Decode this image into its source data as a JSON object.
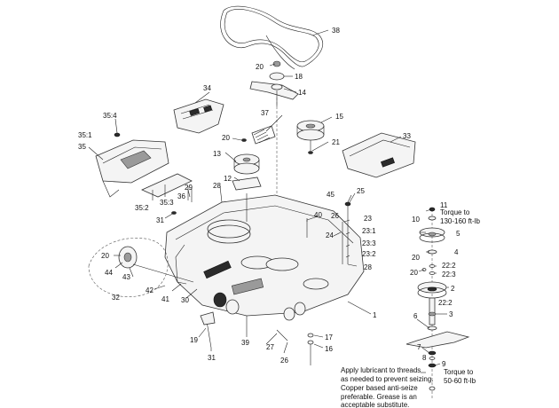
{
  "callouts": {
    "c1": "1",
    "c2": "2",
    "c3": "3",
    "c4": "4",
    "c5": "5",
    "c6": "6",
    "c7": "7",
    "c8": "8",
    "c9": "9",
    "c10": "10",
    "c11": "11",
    "c12": "12",
    "c13": "13",
    "c14": "14",
    "c15": "15",
    "c16": "16",
    "c17": "17",
    "c18": "18",
    "c19": "19",
    "c20a": "20",
    "c20b": "20",
    "c20c": "20",
    "c20d": "20",
    "c20e": "20",
    "c21": "21",
    "c22_2a": "22:2",
    "c22_2b": "22:2",
    "c22_3": "22:3",
    "c23": "23",
    "c23_1": "23:1",
    "c23_2": "23:2",
    "c23_3": "23:3",
    "c24": "24",
    "c25": "25",
    "c26": "26",
    "c26b": "26",
    "c27": "27",
    "c28a": "28",
    "c28b": "28",
    "c29": "29",
    "c30": "30",
    "c31a": "31",
    "c31b": "31",
    "c32": "32",
    "c33": "33",
    "c34": "34",
    "c35": "35",
    "c35_1": "35:1",
    "c35_2": "35:2",
    "c35_3": "35:3",
    "c35_4": "35:4",
    "c36": "36",
    "c37": "37",
    "c38": "38",
    "c39": "39",
    "c40": "40",
    "c41": "41",
    "c42": "42",
    "c43": "43",
    "c44": "44",
    "c45": "45"
  },
  "torque_notes": {
    "upper": [
      "Torque to",
      "130-160 ft-lb"
    ],
    "lower": [
      "Torque to",
      "50-60 ft-lb"
    ]
  },
  "lubricant_note": [
    "Apply lubricant to threads",
    "as needed to prevent seizing.",
    "Copper  based anti-seize",
    "preferable. Grease is an",
    "acceptable substitute."
  ]
}
